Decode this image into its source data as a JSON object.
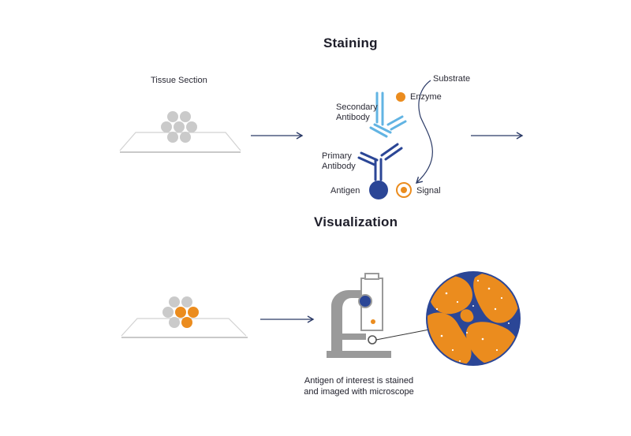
{
  "sections": {
    "staining": {
      "heading": "Staining",
      "tissue_label": "Tissue Section",
      "labels": {
        "substrate": "Substrate",
        "enzyme": "Enzyme",
        "secondary_antibody_line1": "Secondary",
        "secondary_antibody_line2": "Antibody",
        "primary_antibody_line1": "Primary",
        "primary_antibody_line2": "Antibody",
        "antigen": "Antigen",
        "signal": "Signal"
      }
    },
    "visualization": {
      "heading": "Visualization",
      "caption_line1": "Antigen of interest is stained",
      "caption_line2": "and imaged with microscope"
    }
  },
  "colors": {
    "navy": "#2b4696",
    "light_blue": "#62b4e3",
    "orange": "#eb8c1e",
    "gray": "#c8c8c8",
    "slide_line": "#cfcfcf",
    "text": "#1e1e2a"
  },
  "icons": [
    "tissue-slide-icon",
    "arrow-icon",
    "secondary-antibody-icon",
    "primary-antibody-icon",
    "antigen-icon",
    "enzyme-icon",
    "signal-icon",
    "microscope-icon",
    "magnified-tissue-icon"
  ]
}
